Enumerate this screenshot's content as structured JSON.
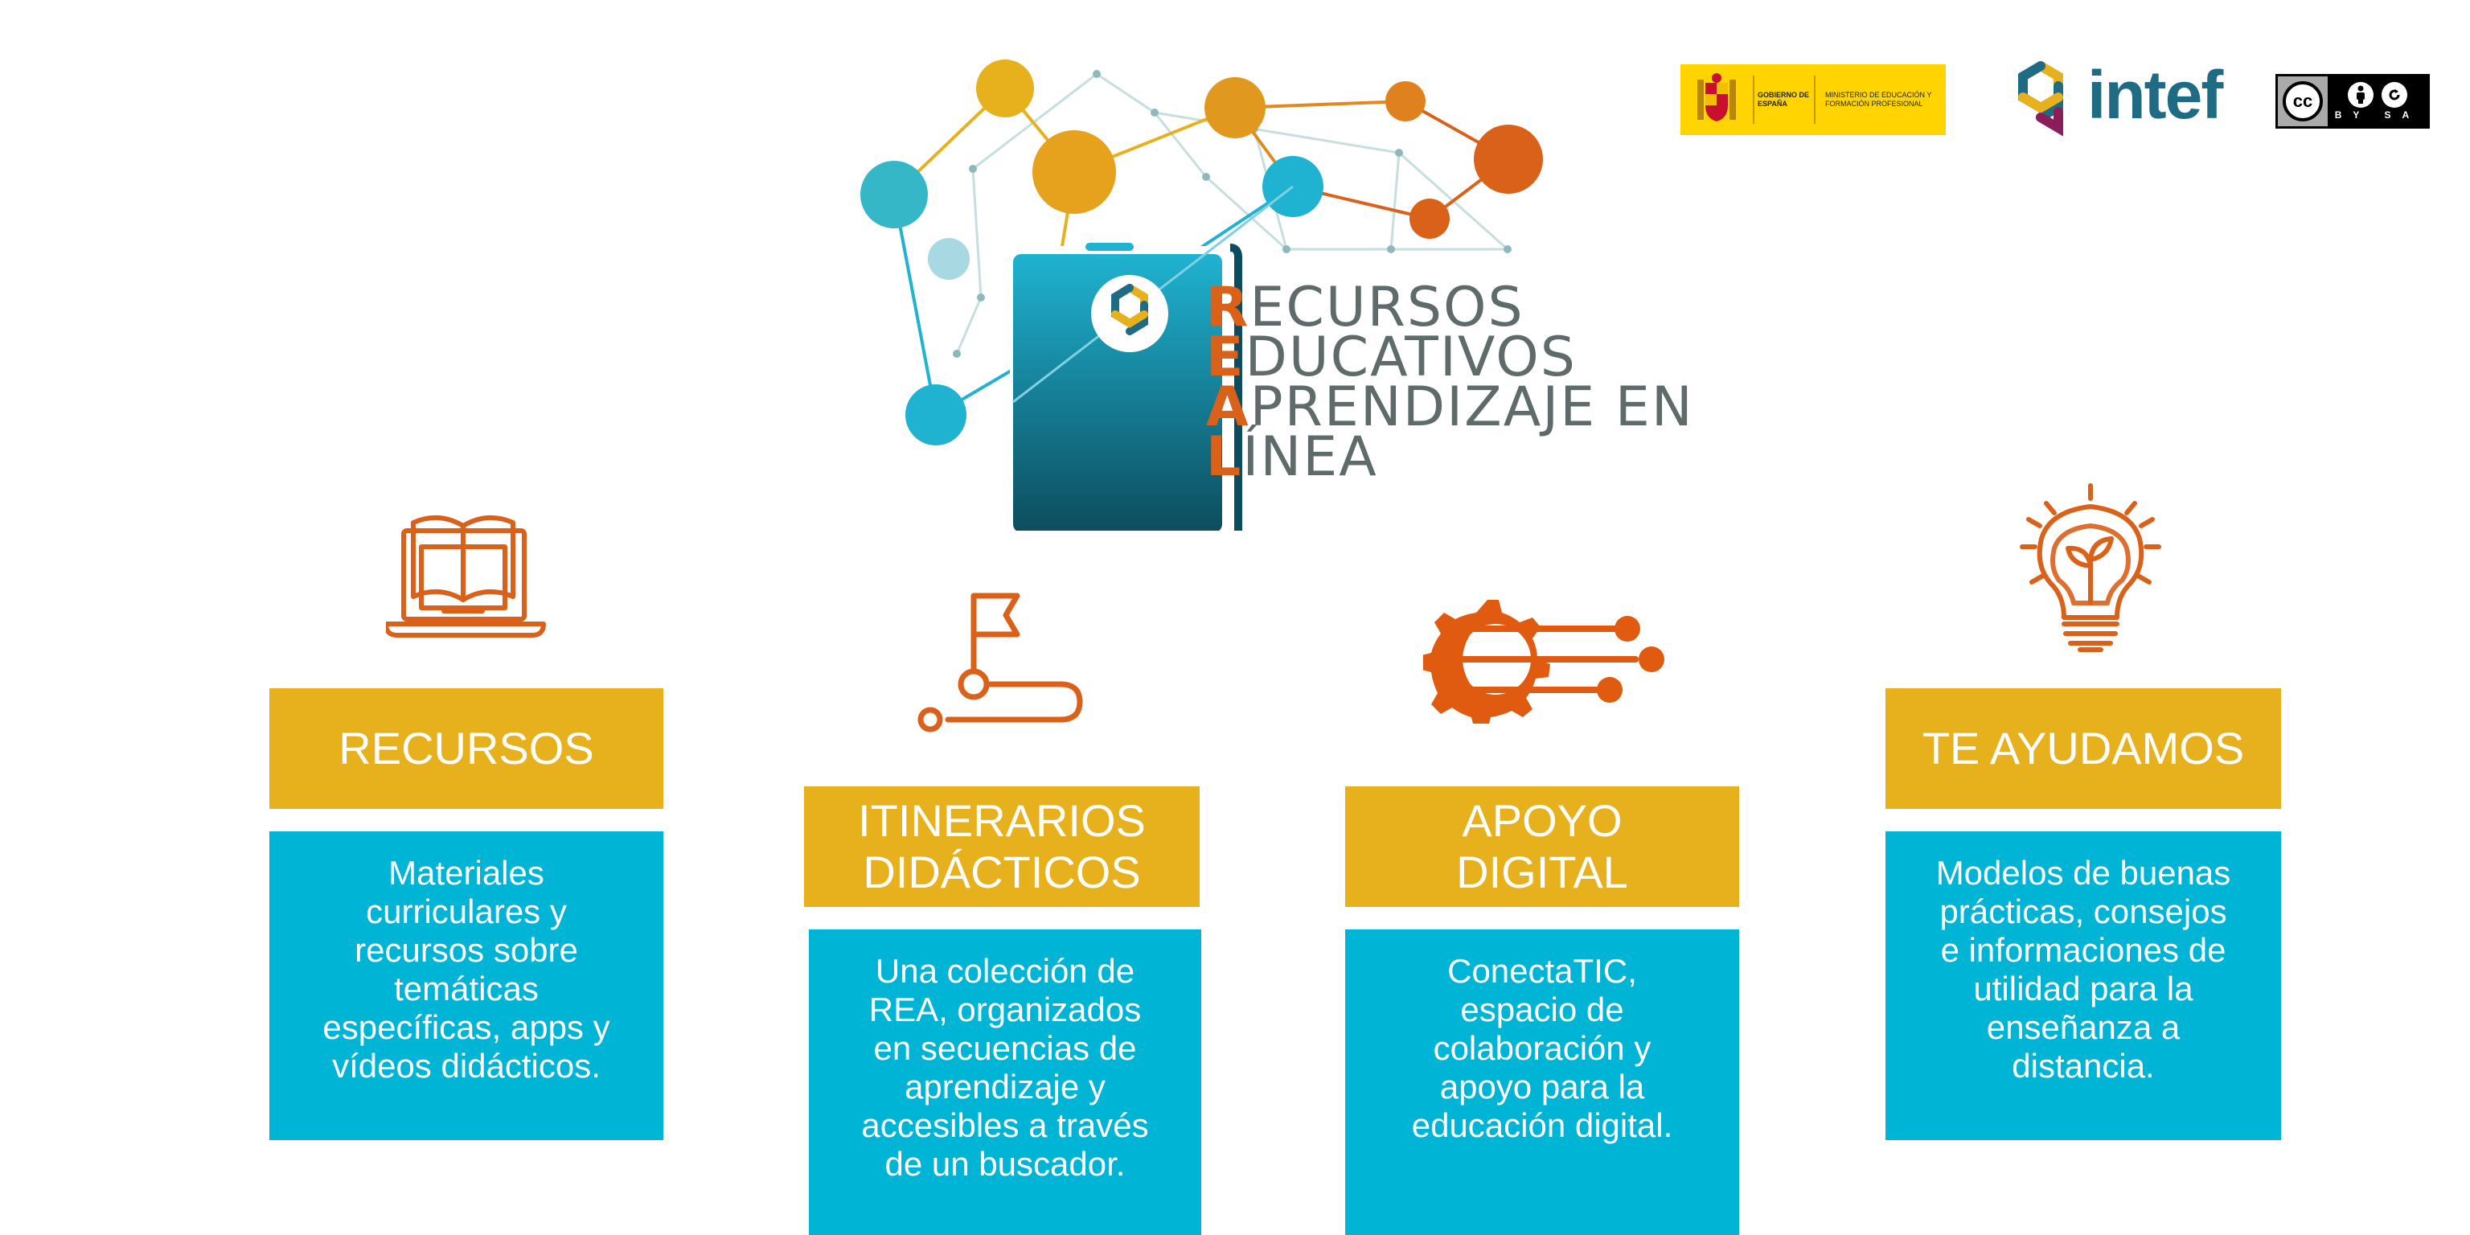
{
  "colors": {
    "gold": "#e6b11c",
    "cyan": "#00b4d6",
    "orange": "#d9611a",
    "grey": "#5f6a6b",
    "teal": "#1f6b84"
  },
  "logos": {
    "gov_line1": "GOBIERNO DE ESPAÑA",
    "gov_line2": "MINISTERIO DE EDUCACIÓN Y FORMACIÓN PROFESIONAL",
    "intef": "intef",
    "cc_main": "cc",
    "cc_license": "BY SA"
  },
  "title": {
    "lines": [
      {
        "initial": "R",
        "rest": "ECURSOS"
      },
      {
        "initial": "E",
        "rest": "DUCATIVOS"
      },
      {
        "initial": "A",
        "rest": "PRENDIZAJE EN"
      },
      {
        "initial": "L",
        "rest": "ÍNEA"
      }
    ]
  },
  "sections": [
    {
      "heading": "RECURSOS",
      "icon": "laptop-book-icon",
      "description": "Materiales curriculares y recursos sobre temáticas específicas, apps y vídeos didácticos."
    },
    {
      "heading": "ITINERARIOS DIDÁCTICOS",
      "icon": "flag-path-icon",
      "description": "Una colección de REA, organizados en secuencias de aprendizaje y accesibles a través de un buscador."
    },
    {
      "heading": "APOYO DIGITAL",
      "icon": "gear-circuit-icon",
      "description": "ConectaTIC, espacio de colaboración y apoyo para la educación digital."
    },
    {
      "heading": "TE AYUDAMOS",
      "icon": "lightbulb-plant-icon",
      "description": "Modelos de buenas prácticas, consejos e informaciones de utilidad para la enseñanza a distancia."
    }
  ]
}
